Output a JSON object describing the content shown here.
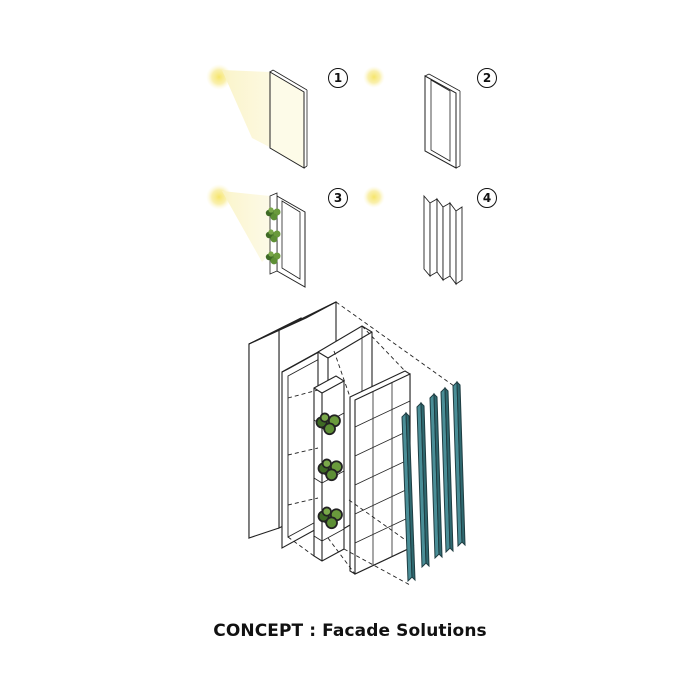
{
  "caption": "CONCEPT : Facade Solutions",
  "steps": [
    {
      "number": "1",
      "icon": "glass-panel-icon"
    },
    {
      "number": "2",
      "icon": "framed-panel-icon"
    },
    {
      "number": "3",
      "icon": "green-wall-panel-icon"
    },
    {
      "number": "4",
      "icon": "folding-shutter-panel-icon"
    }
  ],
  "colors": {
    "sun": "#f7ea86",
    "sun_ray": "#fbf6cf",
    "greenery": "#4f7d2f",
    "fin": "#4a8e97",
    "line": "#222222"
  }
}
